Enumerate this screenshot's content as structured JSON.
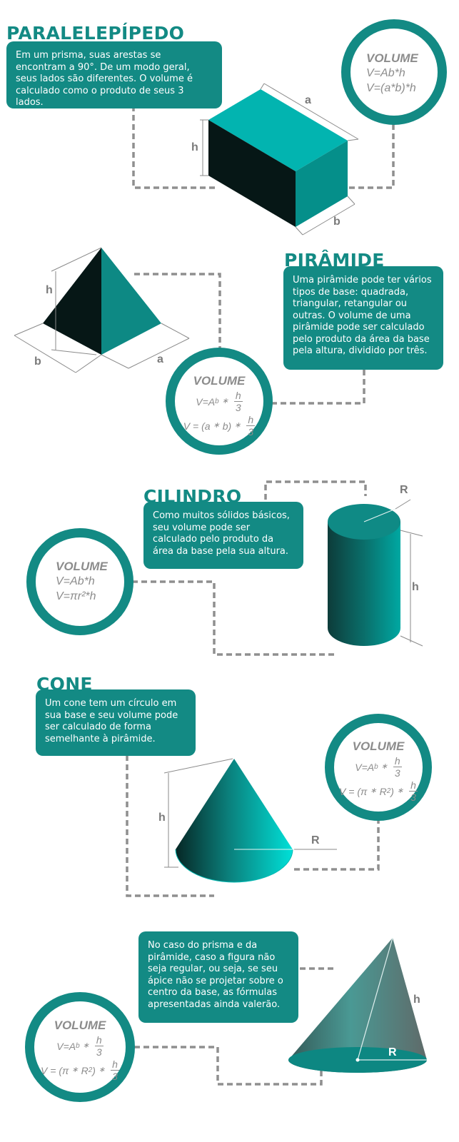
{
  "colors": {
    "teal": "#138a84",
    "bright_teal": "#02b4b0",
    "dark": "#061716",
    "dash": "#8f8f8f",
    "label": "#7a7a7a"
  },
  "sections": {
    "paralelepipedo": {
      "title": "PARALELEPÍPEDO",
      "text": "Em um prisma, suas arestas se encontram a 90°. De um modo geral, seus lados são diferentes. O volume é calculado como o produto de seus 3 lados.",
      "volume_label": "VOLUME",
      "formula1": "V=Ab*h",
      "formula2": "V=(a*b)*h",
      "labels": {
        "a": "a",
        "b": "b",
        "h": "h"
      }
    },
    "piramide": {
      "title": "PIRÂMIDE",
      "text": "Uma pirâmide pode ter vários tipos de base: quadrada, triangular, retangular ou outras. O volume de uma pirâmide pode ser calculado pelo produto da área da base pela altura, dividido por três.",
      "volume_label": "VOLUME",
      "labels": {
        "a": "a",
        "b": "b",
        "h": "h"
      }
    },
    "cilindro": {
      "title": "CILINDRO",
      "text": "Como muitos sólidos básicos, seu volume pode ser calculado pelo produto da área da base pela sua altura.",
      "volume_label": "VOLUME",
      "formula1": "V=Ab*h",
      "formula2": "V=πr²*h",
      "labels": {
        "r": "R",
        "h": "h"
      }
    },
    "cone": {
      "title": "CONE",
      "text": "Um cone tem um círculo em sua base e seu volume pode ser calculado de forma semelhante à pirâmide.",
      "volume_label": "VOLUME",
      "labels": {
        "r": "R",
        "h": "h"
      }
    },
    "obliquo": {
      "text": "No caso do prisma e da pirâmide, caso a figura não seja regular, ou seja, se seu ápice não se projetar sobre o centro da base, as fórmulas apresentadas ainda valerão.",
      "volume_label": "VOLUME",
      "labels": {
        "r": "R",
        "h": "h"
      }
    }
  },
  "formula": {
    "v_eq": "V=",
    "a": "A",
    "b_sub": "b",
    "h": "h",
    "three": "3",
    "mul": "∗",
    "v_ab_open": "V = (a",
    "v_ab_close": "b)",
    "v_pi_open": "V = (π",
    "r": "R",
    "sq": "2",
    "close": ")"
  }
}
